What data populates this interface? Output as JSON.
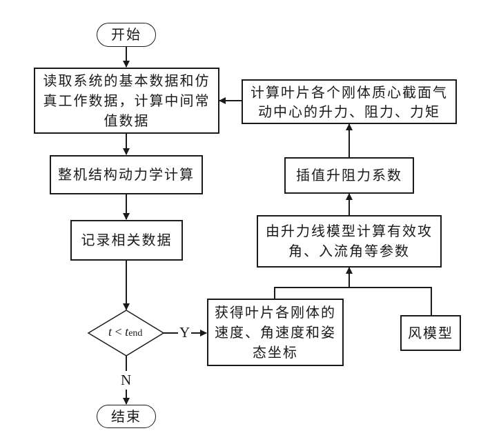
{
  "flowchart": {
    "start": "开始",
    "read_data": "读取系统的基本数据和仿真工作数据，计算中间常值数据",
    "structural_dynamics": "整机结构动力学计算",
    "record_data": "记录相关数据",
    "condition": {
      "var": "t",
      "op": "<",
      "bound": "t",
      "bound_sub": "end"
    },
    "yes_label": "Y",
    "no_label": "N",
    "end": "结束",
    "get_blade_state": "获得叶片各刚体的速度、角速度和姿态坐标",
    "wind_model": "风模型",
    "lifting_line": "由升力线模型计算有效攻角、入流角等参数",
    "interpolate": "插值升阻力系数",
    "compute_forces": "计算叶片各个刚体质心截面气动中心的升力、阻力、力矩"
  }
}
